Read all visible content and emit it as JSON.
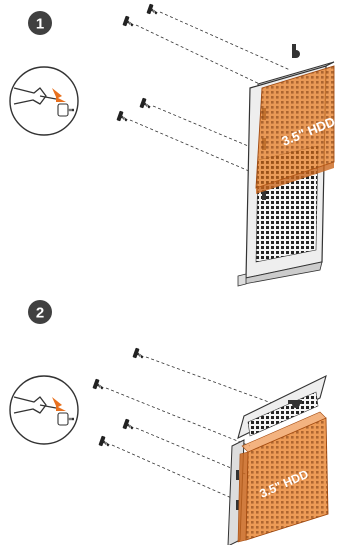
{
  "steps": [
    {
      "number": "1",
      "hdd_label": "3.5\" HDD"
    },
    {
      "number": "2",
      "hdd_label": "3.5\" HDD"
    }
  ],
  "colors": {
    "hdd_fill": "#e8822c",
    "badge_fill": "#404040",
    "arrow": "#e8701e",
    "outline": "#333333"
  },
  "icons": [
    "screw-icon",
    "screwdriver-icon",
    "hdd-icon",
    "bracket-icon"
  ]
}
